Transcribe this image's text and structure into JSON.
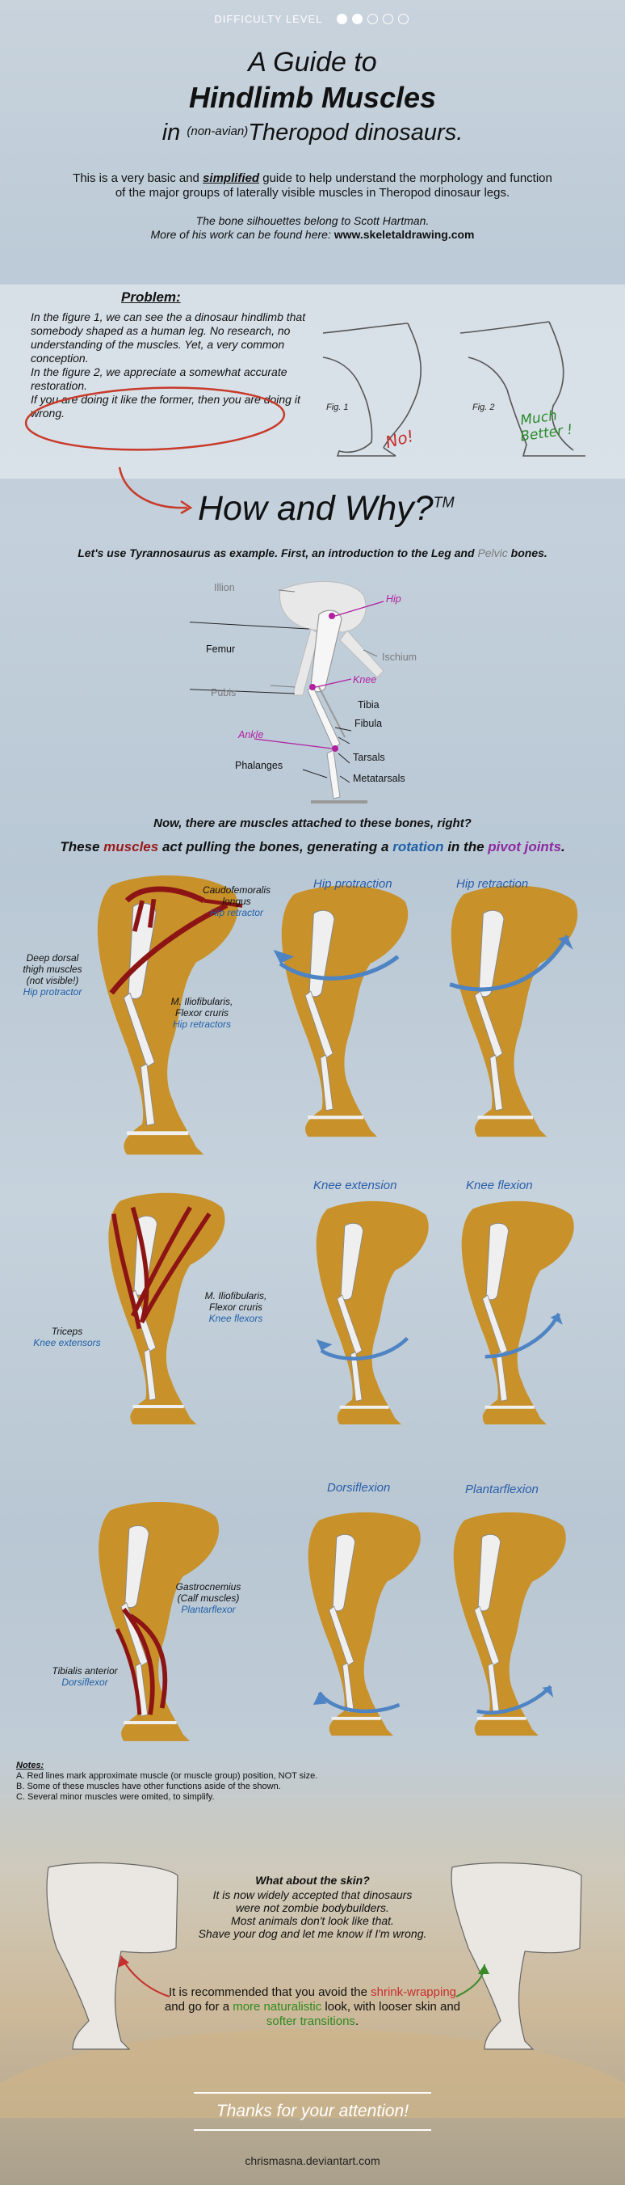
{
  "header": {
    "difficulty_label": "DIFFICULTY LEVEL",
    "difficulty_level": 2,
    "difficulty_max": 5,
    "title_line1": "A Guide to",
    "title_line2": "Hindlimb Muscles",
    "title_line3_in": "in",
    "title_line3_small": "(non-avian)",
    "title_line3_rest": "Theropod dinosaurs."
  },
  "intro": {
    "text_a": "This is a very basic and ",
    "text_emph": "simplified",
    "text_b": " guide to help understand the morphology and function of the major groups of laterally visible muscles in Theropod dinosaur legs.",
    "credit_line1": "The bone silhouettes belong to Scott Hartman.",
    "credit_line2": "More of his work can be found here: ",
    "credit_url": "www.skeletaldrawing.com"
  },
  "problem": {
    "title": "Problem:",
    "p1": "In the figure 1, we can see the a dinosaur hindlimb that somebody shaped as a human leg. No research, no understanding of the muscles. Yet, a very common  conception.",
    "p2": "In the figure 2, we appreciate a somewhat accurate restoration.",
    "p3": "If you are doing it like the former, then you are doing it wrong.",
    "fig1": "Fig. 1",
    "fig2": "Fig. 2",
    "no": "No!",
    "much_better_1": "Much",
    "much_better_2": "Better !"
  },
  "how": {
    "heading": "How and Why?",
    "tm": "TM",
    "intro_a": "Let's use Tyrannosaurus as example. First, an introduction to the Leg and ",
    "intro_pelvic": "Pelvic",
    "intro_b": " bones."
  },
  "bones": {
    "illion": "Illion",
    "hip": "Hip",
    "femur": "Femur",
    "ischium": "Ischium",
    "pubis": "Pubis",
    "knee": "Knee",
    "tibia": "Tibia",
    "fibula": "Fibula",
    "ankle": "Ankle",
    "tarsals": "Tarsals",
    "phalanges": "Phalanges",
    "metatarsals": "Metatarsals"
  },
  "muscles_intro": {
    "line1": "Now, there are muscles attached to these bones, right?",
    "line2_a": "These ",
    "line2_muscles": "muscles",
    "line2_b": " act pulling the bones, generating a ",
    "line2_rotation": "rotation",
    "line2_c": " in the ",
    "line2_pivot": "pivot joints",
    "line2_d": "."
  },
  "row1": {
    "caudo_1": "Caudofemoralis",
    "caudo_2": "longus",
    "caudo_role": "Hip retractor",
    "deep_1": "Deep dorsal",
    "deep_2": "thigh muscles",
    "deep_3": "(not visible!)",
    "deep_role": "Hip protractor",
    "ilio_1": "M. Iliofibularis,",
    "ilio_2": "Flexor cruris",
    "ilio_role": "Hip retractors",
    "title_a": "Hip protraction",
    "title_b": "Hip retraction"
  },
  "row2": {
    "ilio_1": "M. Iliofibularis,",
    "ilio_2": "Flexor cruris",
    "ilio_role": "Knee flexors",
    "triceps": "Triceps",
    "triceps_role": "Knee extensors",
    "title_a": "Knee extension",
    "title_b": "Knee flexion"
  },
  "row3": {
    "gastro_1": "Gastrocnemius",
    "gastro_2": "(Calf muscles)",
    "gastro_role": "Plantarflexor",
    "tib_1": "Tibialis anterior",
    "tib_role": "Dorsiflexor",
    "title_a": "Dorsiflexion",
    "title_b": "Plantarflexion"
  },
  "notes": {
    "title": "Notes:",
    "a": "A. Red lines mark approximate muscle (or muscle group) position, NOT size.",
    "b": "B. Some of these muscles have other functions aside of the shown.",
    "c": "C. Several minor muscles were omited, to simplify."
  },
  "skin": {
    "question": "What about the skin?",
    "l1": "It is now widely accepted that dinosaurs",
    "l2": "were not zombie bodybuilders.",
    "l3": "Most animals don't look like that.",
    "l4": "Shave your dog and let me know if I'm wrong.",
    "rec_a": "It is recommended that you avoid the ",
    "rec_shrink": "shrink-wrapping",
    "rec_b": " and go for a ",
    "rec_natural": "more naturalistic",
    "rec_c": " look, with looser skin and ",
    "rec_soft": "softer transitions",
    "rec_d": "."
  },
  "footer": {
    "thanks": "Thanks for your attention!",
    "signature": "chrismasna.deviantart.com"
  },
  "colors": {
    "muscle": "#c8912a",
    "muscle_line": "#8c1414",
    "bone": "#eeeeee",
    "arrow": "#4f84c4",
    "label_blue": "#2a5da8",
    "label_magenta": "#b21fa0"
  }
}
